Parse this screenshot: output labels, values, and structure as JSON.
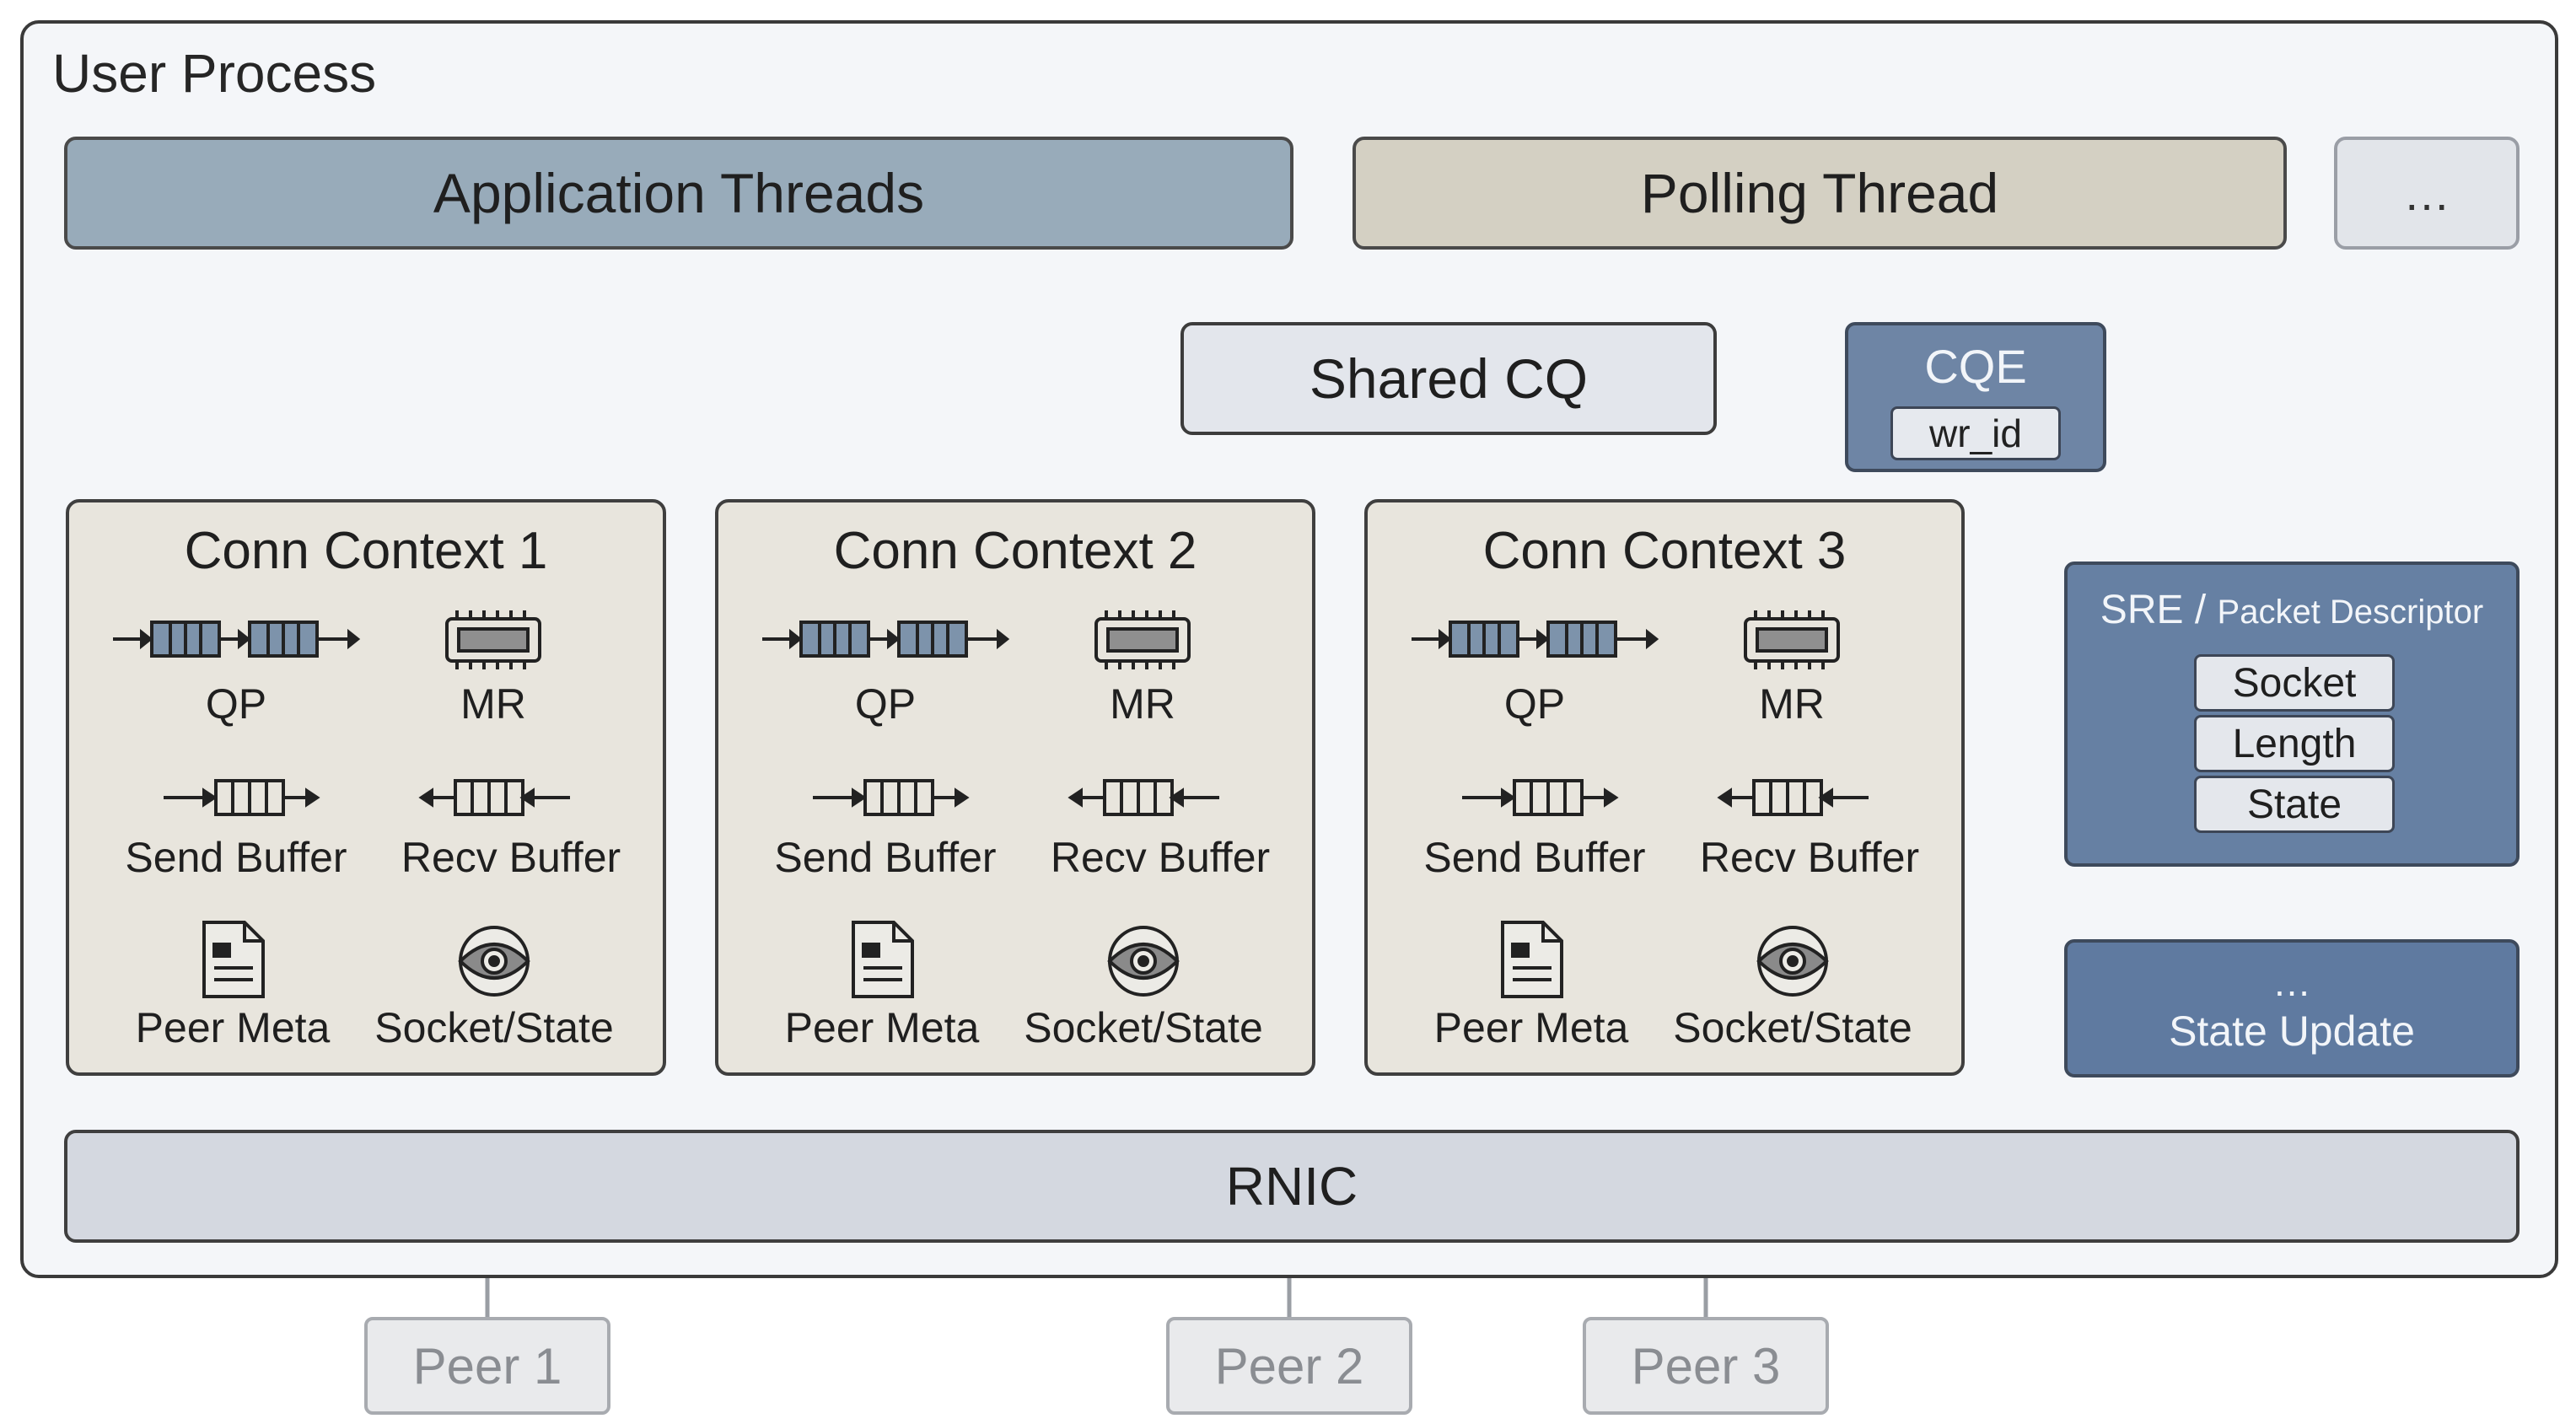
{
  "diagram": {
    "process_title": "User Process",
    "top_bar": {
      "app_threads": "Application Threads",
      "polling_thread": "Polling Thread",
      "ellipsis": "…"
    },
    "shared_cq": "Shared CQ",
    "cqe": {
      "title": "CQE",
      "field": "wr_id"
    },
    "contexts": [
      {
        "title": "Conn Context 1",
        "qp": "QP",
        "mr": "MR",
        "send": "Send Buffer",
        "recv": "Recv Buffer",
        "peer_meta": "Peer Meta",
        "socket_state": "Socket/State"
      },
      {
        "title": "Conn Context 2",
        "qp": "QP",
        "mr": "MR",
        "send": "Send Buffer",
        "recv": "Recv Buffer",
        "peer_meta": "Peer Meta",
        "socket_state": "Socket/State"
      },
      {
        "title": "Conn Context 3",
        "qp": "QP",
        "mr": "MR",
        "send": "Send Buffer",
        "recv": "Recv Buffer",
        "peer_meta": "Peer Meta",
        "socket_state": "Socket/State"
      }
    ],
    "sre": {
      "title_main": "SRE /",
      "title_sub": "Packet Descriptor",
      "fields": [
        "Socket",
        "Length",
        "State"
      ]
    },
    "state_update": {
      "dots": "…",
      "label": "State Update"
    },
    "rnic": "RNIC",
    "peers": [
      "Peer 1",
      "Peer 2",
      "Peer 3"
    ]
  },
  "colors": {
    "app_threads": "#98abba",
    "polling_thread": "#d4d0c3",
    "context_fill": "#e8e5dd",
    "cqe_fill": "#6e85a5",
    "sre_fill": "#6680a3",
    "rnic_fill": "#d4d8e0",
    "arrow_gray": "#6a6a6a",
    "arrow_blue": "#6d83a6"
  }
}
